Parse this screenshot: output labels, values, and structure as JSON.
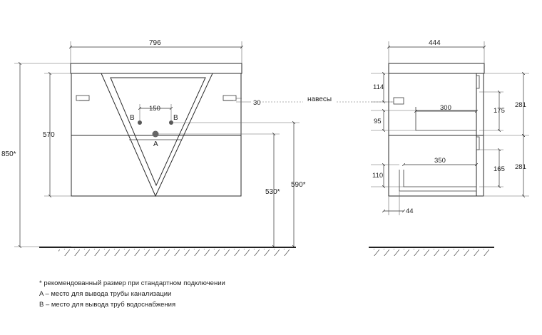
{
  "front_view": {
    "width": "796",
    "total_height": "850*",
    "cabinet_height": "570",
    "pipe_spacing": "150",
    "hinge_offset": "30",
    "pipe_a_height": "530*",
    "pipe_b_height": "590*",
    "label_a": "A",
    "label_b1": "B",
    "label_b2": "B"
  },
  "side_view": {
    "depth": "444",
    "hinges_label": "навесы",
    "dim_114": "114",
    "dim_95": "95",
    "dim_110": "110",
    "dim_300": "300",
    "dim_350": "350",
    "dim_175": "175",
    "dim_165": "165",
    "dim_281_top": "281",
    "dim_281_bottom": "281",
    "dim_44": "44"
  },
  "notes": [
    "* рекомендованный размер при стандартном подключении",
    "A – место для вывода трубы канализации",
    "B – место для вывода труб водоснабжения"
  ]
}
